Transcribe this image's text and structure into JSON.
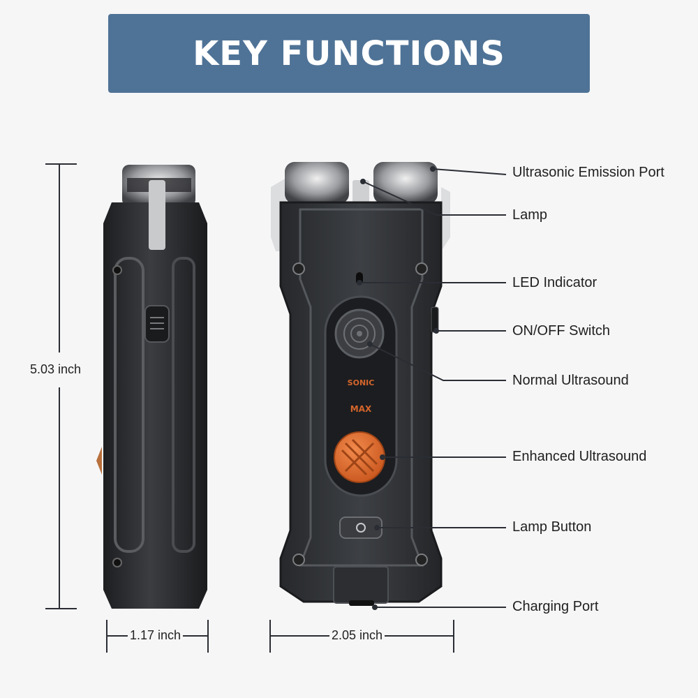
{
  "banner": {
    "title": "KEY FUNCTIONS"
  },
  "dimensions": {
    "height": "5.03 inch",
    "depth": "1.17 inch",
    "width": "2.05 inch"
  },
  "callouts": [
    {
      "id": "ultrasonic-emission-port",
      "label": "Ultrasonic Emission Port"
    },
    {
      "id": "lamp",
      "label": "Lamp"
    },
    {
      "id": "led-indicator",
      "label": "LED Indicator"
    },
    {
      "id": "on-off-switch",
      "label": "ON/OFF Switch"
    },
    {
      "id": "normal-ultrasound",
      "label": "Normal Ultrasound"
    },
    {
      "id": "enhanced-ultrasound",
      "label": "Enhanced Ultrasound"
    },
    {
      "id": "lamp-button",
      "label": "Lamp Button"
    },
    {
      "id": "charging-port",
      "label": "Charging Port"
    }
  ],
  "device": {
    "button_label_sonic": "SONIC",
    "button_label_max": "MAX"
  },
  "colors": {
    "banner": "#4f7396",
    "body_dark": "#2b2d30",
    "accent_orange": "#e06a2c",
    "line": "#2a2d33"
  }
}
